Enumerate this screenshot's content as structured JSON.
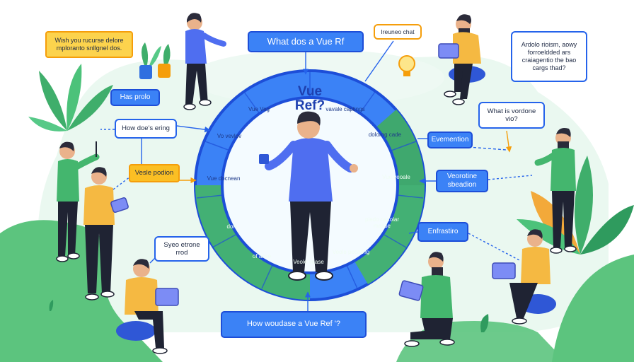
{
  "title_box": "What dos a Vue Rf",
  "center": {
    "line1": "Vue",
    "line2": "Ref?"
  },
  "ring_labels": [
    "Vue Veg",
    "vavale captings",
    "dolorog cade",
    "Vue veoale",
    "piedo nacolar mahse",
    "Veole pocating",
    "Veole vease",
    "of anse",
    "dofs",
    "Vue docnean",
    "Vo vevlov"
  ],
  "bubbles": {
    "top_left_orange": "Wish you rucurse delore mploranto snllgnel dos.",
    "top_center_small": "Ireuneo chat",
    "top_right": "Ardolo rioism, aowy forroeldded ars craiagentio the bao cargs thad?",
    "has_prolo": "Has prolo",
    "how_does": "How doe's ering",
    "vessle_orange": "Vesle podion",
    "what_is": "What is vordone vio?",
    "evemention": "Evemention",
    "veorotine": "Veorotine sbeadion",
    "enfrastiro": "Enfrastiro",
    "syeo": "Syeo etrone rrod",
    "bottom_question": "How woudase a Vue Ref '?"
  },
  "colors": {
    "ring_blue": "#3b82f6",
    "ring_green": "#3fae6b",
    "ring_edge": "#1d4ed8",
    "bg_mint": "#e9f8ef",
    "grass": "#58c27a",
    "shirt_orange": "#f5b942",
    "shirt_green": "#44b66e",
    "shirt_blue": "#4f6ef0",
    "pants": "#1f2333",
    "skin": "#eab28b",
    "hair": "#2b2b3a",
    "laptop": "#7c8cf5",
    "stool": "#2f57d6"
  }
}
